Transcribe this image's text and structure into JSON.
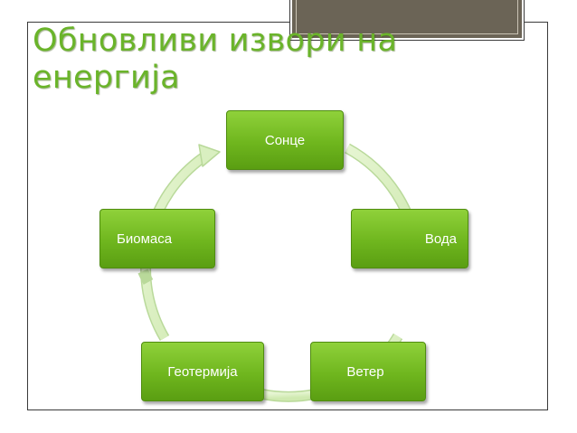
{
  "title": "Обновливи извори на енергија",
  "colors": {
    "accent": "#6ab42a",
    "node_fill": "#76bc22",
    "cycle_ring": "#d9efc0",
    "header_box": "#6b6456"
  },
  "cycle": {
    "nodes": [
      {
        "label": "Сонце"
      },
      {
        "label": "Вода"
      },
      {
        "label": "Ветер"
      },
      {
        "label": "Геотермија"
      },
      {
        "label": "Биомаса"
      }
    ]
  }
}
